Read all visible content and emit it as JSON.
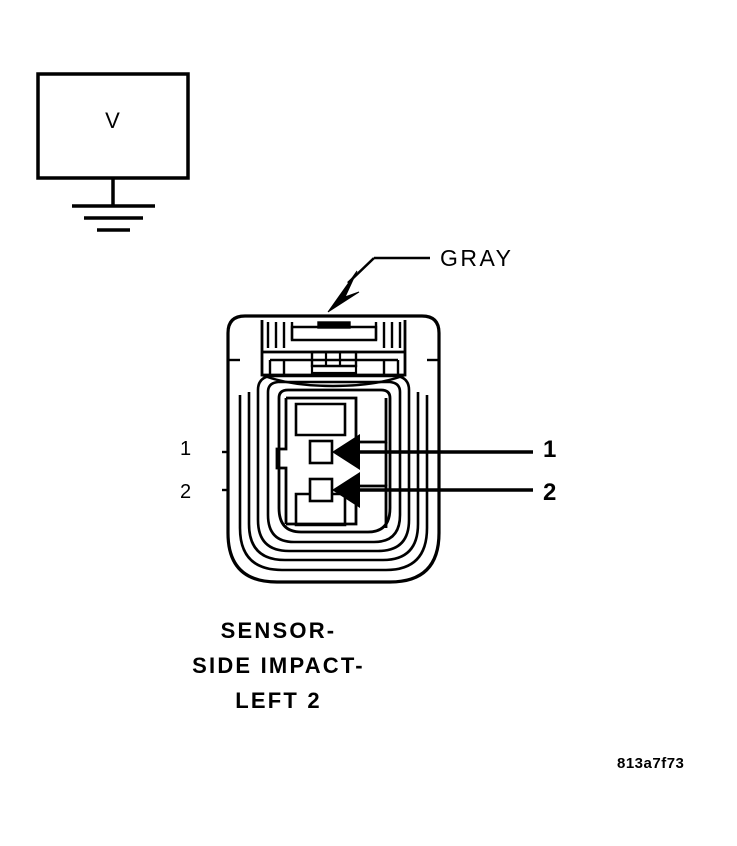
{
  "figure": {
    "id_label": "813a7f73",
    "caption_lines": [
      "SENSOR-",
      "SIDE IMPACT-",
      "LEFT 2"
    ]
  },
  "meter": {
    "symbol_label": "V",
    "name": "voltmeter",
    "ground_symbol": "earth-ground"
  },
  "wire": {
    "color_label": "GRAY"
  },
  "connector": {
    "name": "sensor-side-impact-left-2-connector",
    "cavity_count": 2,
    "pin_labels_left": [
      "1",
      "2"
    ],
    "pin_labels_right": [
      "1",
      "2"
    ]
  },
  "colors": {
    "stroke": "#000000",
    "background": "#ffffff"
  }
}
